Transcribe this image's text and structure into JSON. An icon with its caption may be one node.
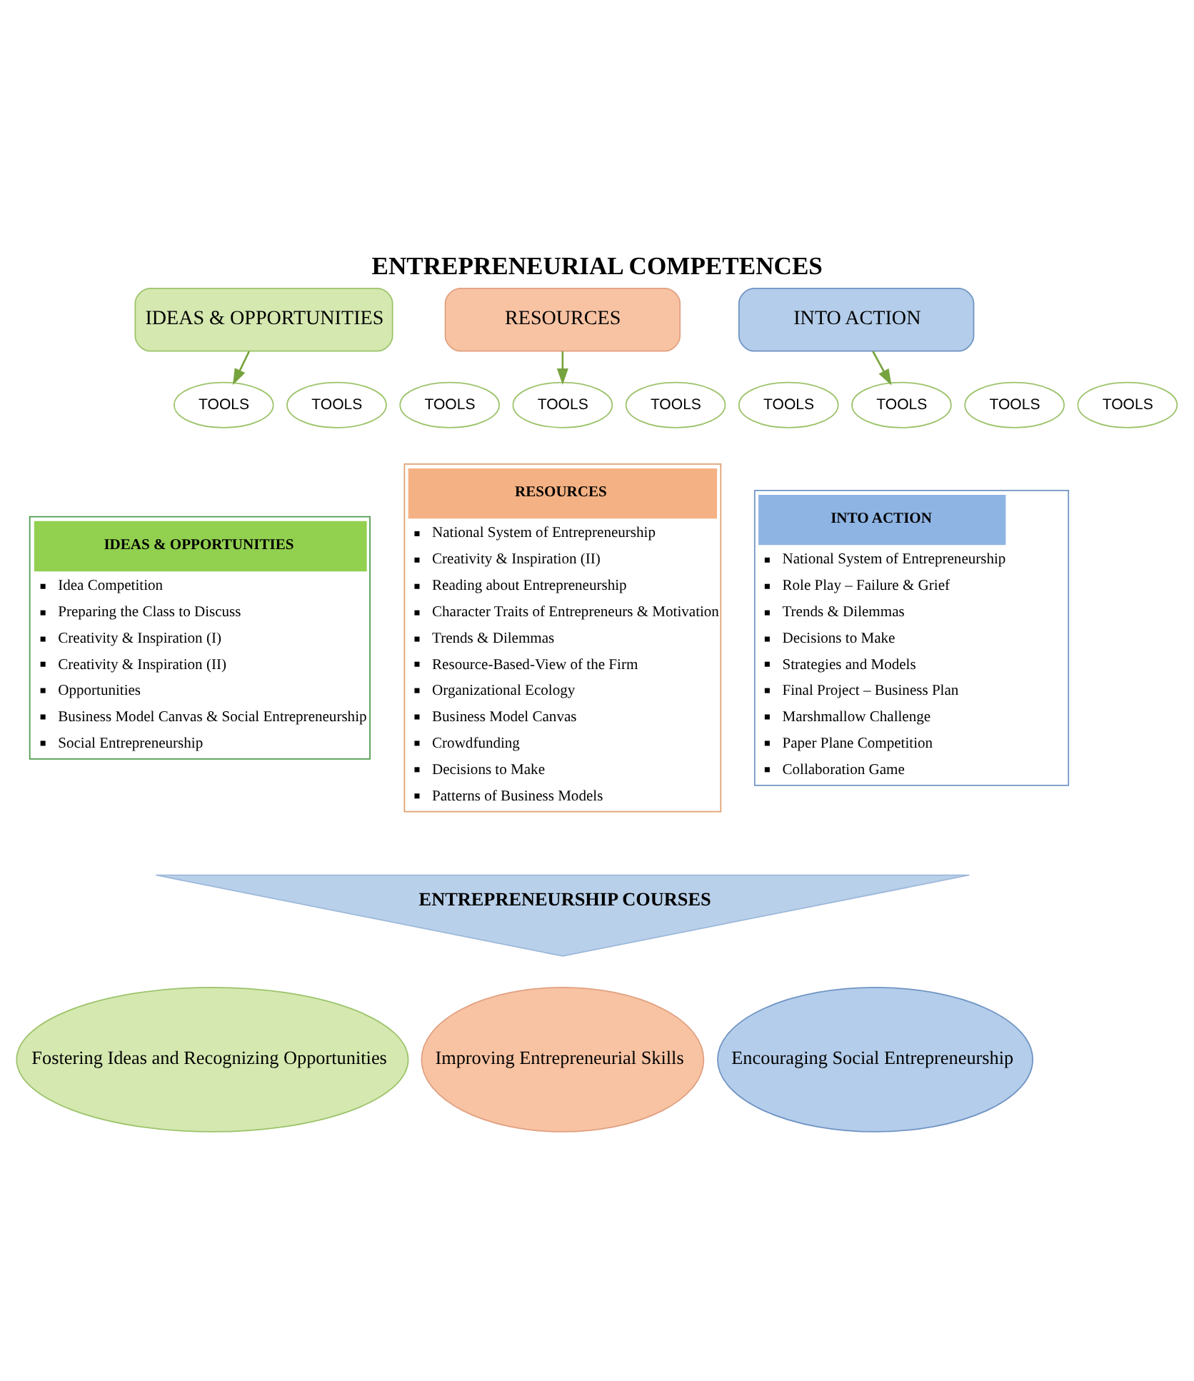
{
  "diagram": {
    "title": "ENTREPRENEURIAL COMPETENCES",
    "nodes": [
      {
        "text": [
          "RESOURCES"
        ]
      },
      {
        "text": [
          "IDEAS & OPPORTUNITIES"
        ]
      },
      {
        "text": [
          "INTO ACTION"
        ]
      },
      {
        "text": [
          "TOOLS"
        ]
      },
      {
        "text": [
          "TOOLS"
        ]
      },
      {
        "text": [
          "TOOLS"
        ]
      },
      {
        "text": [
          "TOOLS"
        ]
      },
      {
        "text": [
          "TOOLS"
        ]
      },
      {
        "text": [
          "TOOLS"
        ]
      },
      {
        "text": [
          "TOOLS"
        ]
      },
      {
        "text": [
          "TOOLS"
        ]
      },
      {
        "text": [
          "TOOLS"
        ]
      },
      {
        "text": [
          "IDEAS & OPPORTUNITIES",
          "Idea Competition",
          "Preparing the Class to Discuss",
          "Creativity & Inspiration (I)",
          "Creativity & Inspiration (II)",
          "Opportunities",
          "Business Model Canvas & Social Entrepreneurship",
          "Social Entrepreneurship"
        ]
      },
      {
        "text": [
          "RESOURCES",
          "National System of Entrepreneurship",
          "Creativity & Inspiration (II)",
          "Reading about Entrepreneurship",
          "Character Traits of Entrepreneurs & Motivation",
          "Trends & Dilemmas",
          "Resource-Based-View of the Firm",
          "Organizational Ecology",
          "Business Model Canvas",
          "Crowdfunding",
          "Decisions to Make",
          "Patterns of Business Models"
        ]
      },
      {
        "text": [
          "INTO ACTION",
          "National System of Entrepreneurship",
          "Role Play – Failure & Grief",
          "Trends & Dilemmas",
          "Decisions to Make",
          "Strategies and Models",
          "Final Project – Business Plan",
          "Marshmallow Challenge",
          "Paper Plane Competition",
          "Collaboration Game"
        ]
      },
      {
        "text": [
          "ENTREPRENEURSHIP COURSES"
        ]
      },
      {
        "text": [
          "Fostering Ideas and Recognizing Opportunities"
        ]
      },
      {
        "text": [
          "Improving Entrepreneurial Skills"
        ]
      },
      {
        "text": [
          "Encouraging Social Entrepreneurship"
        ]
      }
    ],
    "edges": [
      {
        "from": 0,
        "to": 3,
        "arrow": "to"
      },
      {
        "from": 1,
        "to": 6,
        "arrow": "to"
      },
      {
        "from": 2,
        "to": 9,
        "arrow": "to"
      }
    ]
  }
}
